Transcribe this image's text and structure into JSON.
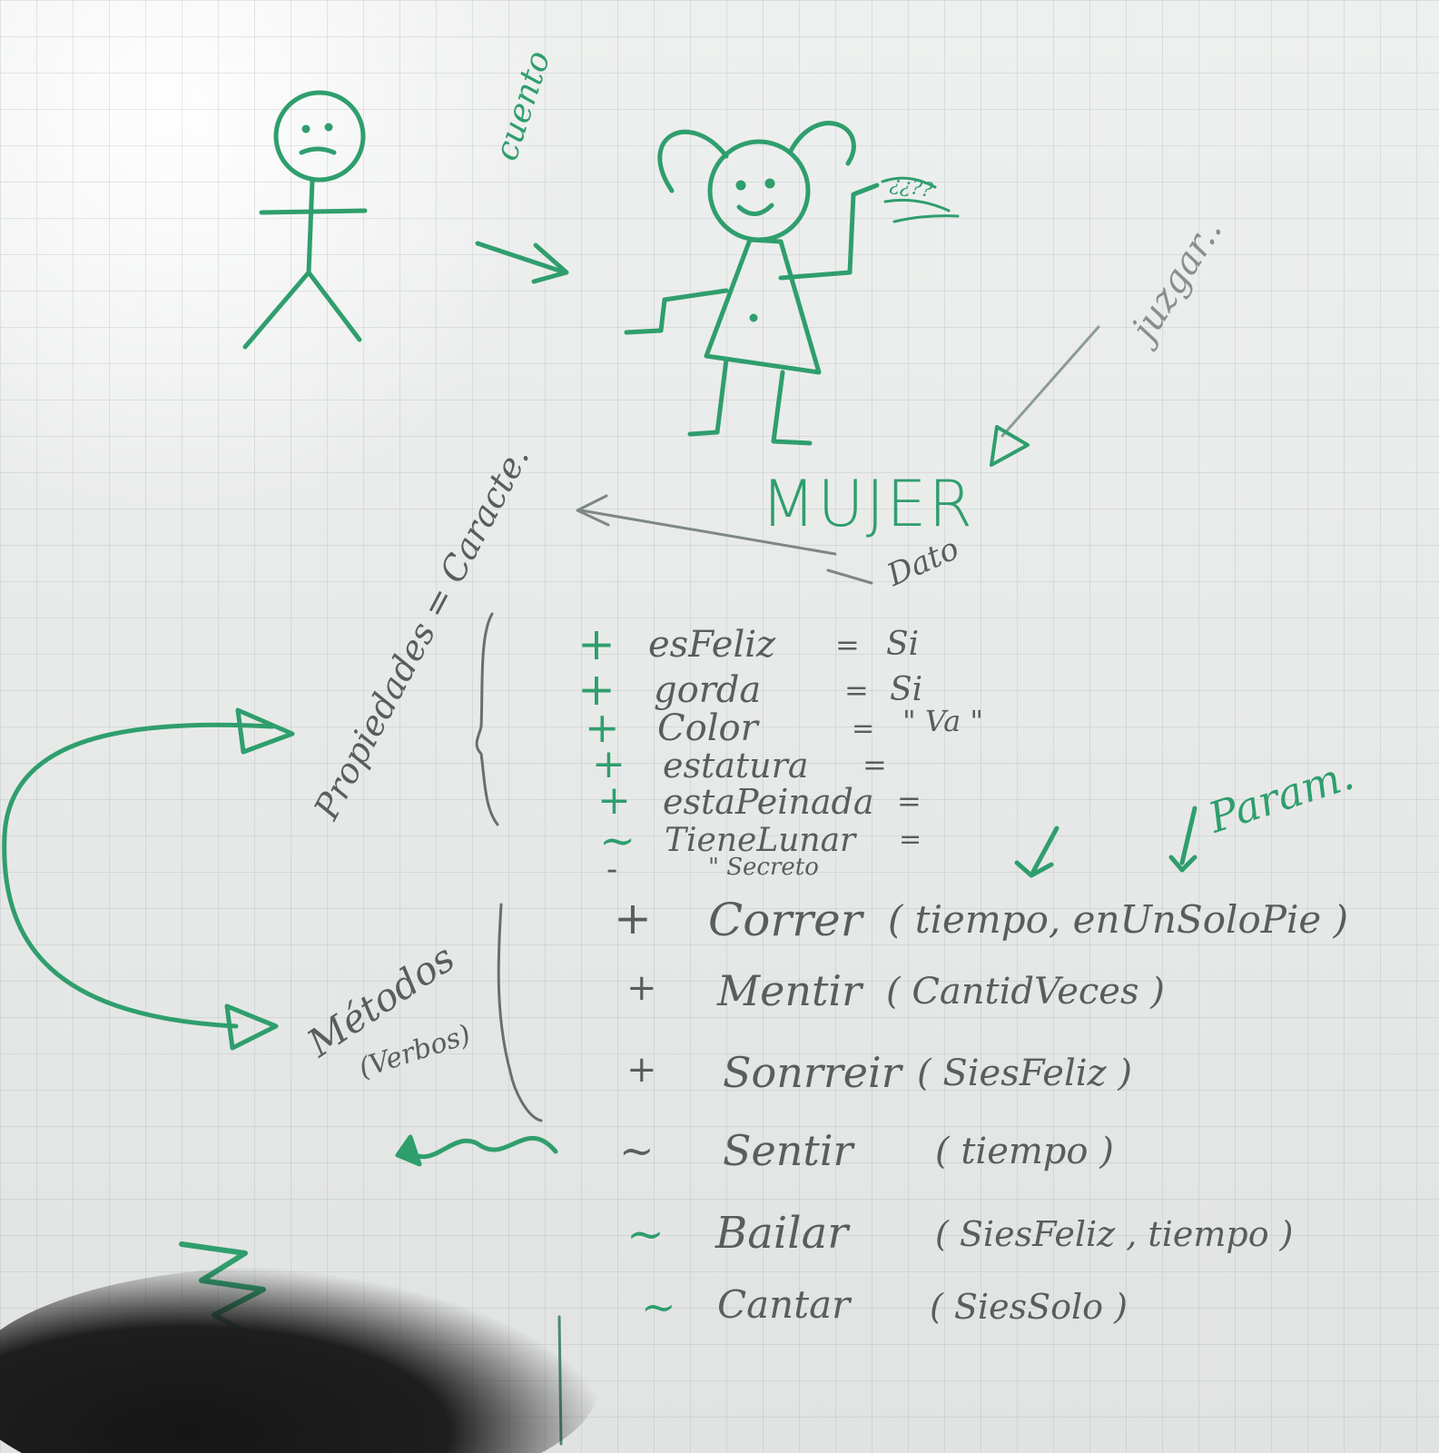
{
  "labels": {
    "cuento": "cuento",
    "huh": "¿¿??",
    "juzgar": "juzgar..",
    "mujer": "MUJER",
    "dato": "Dato",
    "propiedades": "Propiedades = Caracte.",
    "metodos": "Métodos",
    "verbos": "(Verbos)",
    "param": "Param."
  },
  "properties": [
    {
      "vis": "+",
      "name": "esFeliz",
      "eq": "=",
      "value": "Si"
    },
    {
      "vis": "+",
      "name": "gorda",
      "eq": "=",
      "value": "Si"
    },
    {
      "vis": "+",
      "name": "Color",
      "eq": "=",
      "value": "\" Va \""
    },
    {
      "vis": "+",
      "name": "estatura",
      "eq": "=",
      "value": ""
    },
    {
      "vis": "+",
      "name": "estaPeinada",
      "eq": "=",
      "value": ""
    },
    {
      "vis": "~",
      "name": "TieneLunar",
      "eq": "=",
      "value": ""
    },
    {
      "vis": "-",
      "name": "\" Secreto",
      "eq": "",
      "value": ""
    }
  ],
  "methods": [
    {
      "vis": "+",
      "name": "Correr",
      "params": "( tiempo, enUnSoloPie )"
    },
    {
      "vis": "+",
      "name": "Mentir",
      "params": "( CantidVeces )"
    },
    {
      "vis": "+",
      "name": "Sonrreir",
      "params": "( SiesFeliz )"
    },
    {
      "vis": "~",
      "name": "Sentir",
      "params": "( tiempo )"
    },
    {
      "vis": "~",
      "name": "Bailar",
      "params": "( SiesFeliz , tiempo )"
    },
    {
      "vis": "~",
      "name": "Cantar",
      "params": "( SiesSolo )"
    }
  ]
}
